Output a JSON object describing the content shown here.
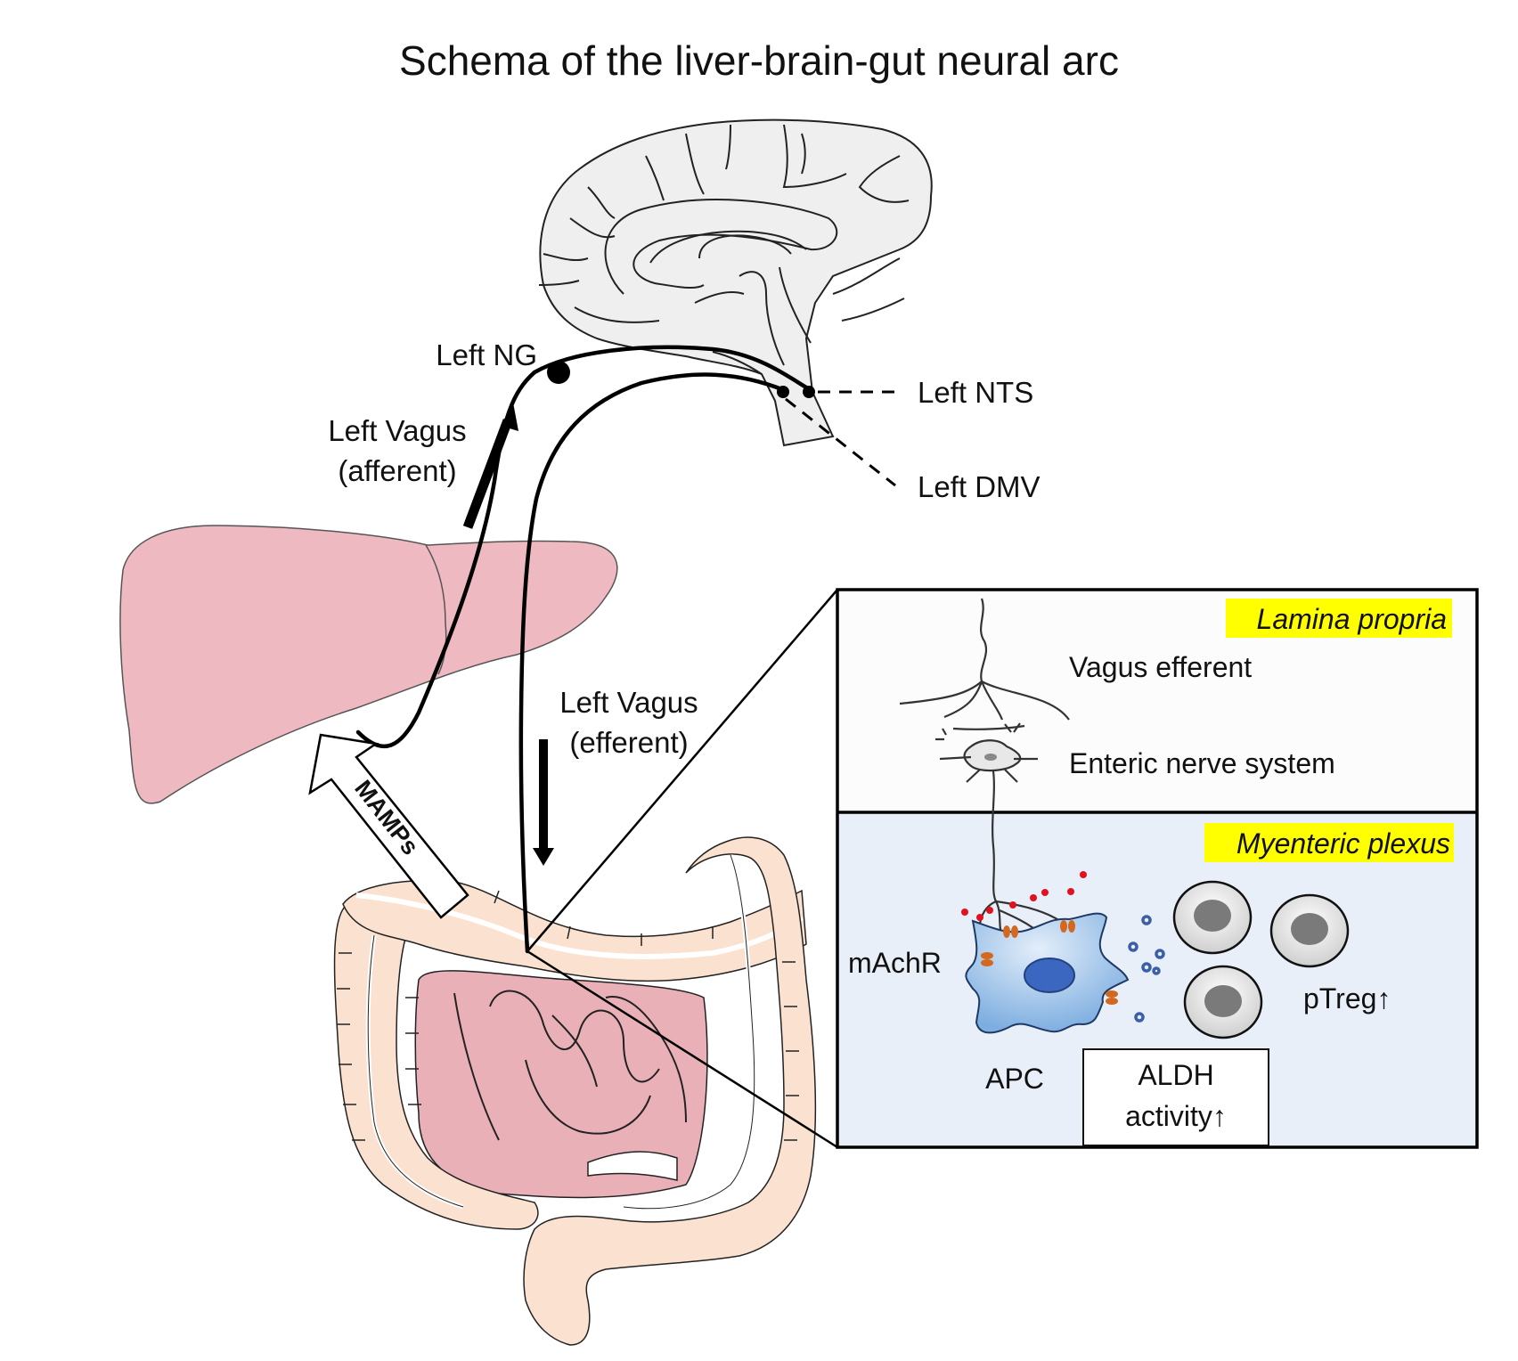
{
  "title": "Schema of the liver-brain-gut neural arc",
  "labels": {
    "left_ng": "Left NG",
    "left_vagus_afferent_line1": "Left Vagus",
    "left_vagus_afferent_line2": "(afferent)",
    "left_nts": "Left NTS",
    "left_dmv": "Left DMV",
    "left_vagus_efferent_line1": "Left Vagus",
    "left_vagus_efferent_line2": "(efferent)",
    "mamps": "MAMPs"
  },
  "inset": {
    "lamina_propria": {
      "header": "Lamina propria",
      "vagus_efferent": "Vagus efferent",
      "enteric_nerve_system": "Enteric nerve system"
    },
    "myenteric_plexus": {
      "header": "Myenteric plexus",
      "machr": "mAchR",
      "apc": "APC",
      "ptreg": "pTreg↑",
      "aldh_line1": "ALDH",
      "aldh_line2": "activity↑"
    }
  },
  "colors": {
    "liver": "#efb9c1",
    "colon": "#fbe1cf",
    "small_intestine": "#eab0b8",
    "brain": "#efefef",
    "highlight": "#ffff00",
    "myenteric_bg": "#e9eff8",
    "lamina_bg": "#fbfcfb",
    "apc_cell": "#9cc2e6",
    "apc_nucleus": "#3b67c0",
    "acetylcholine": "#e0121f",
    "retinoic": "#3a5fa8",
    "receptor": "#d2691e",
    "treg_nucleus": "#7a7a7a"
  }
}
